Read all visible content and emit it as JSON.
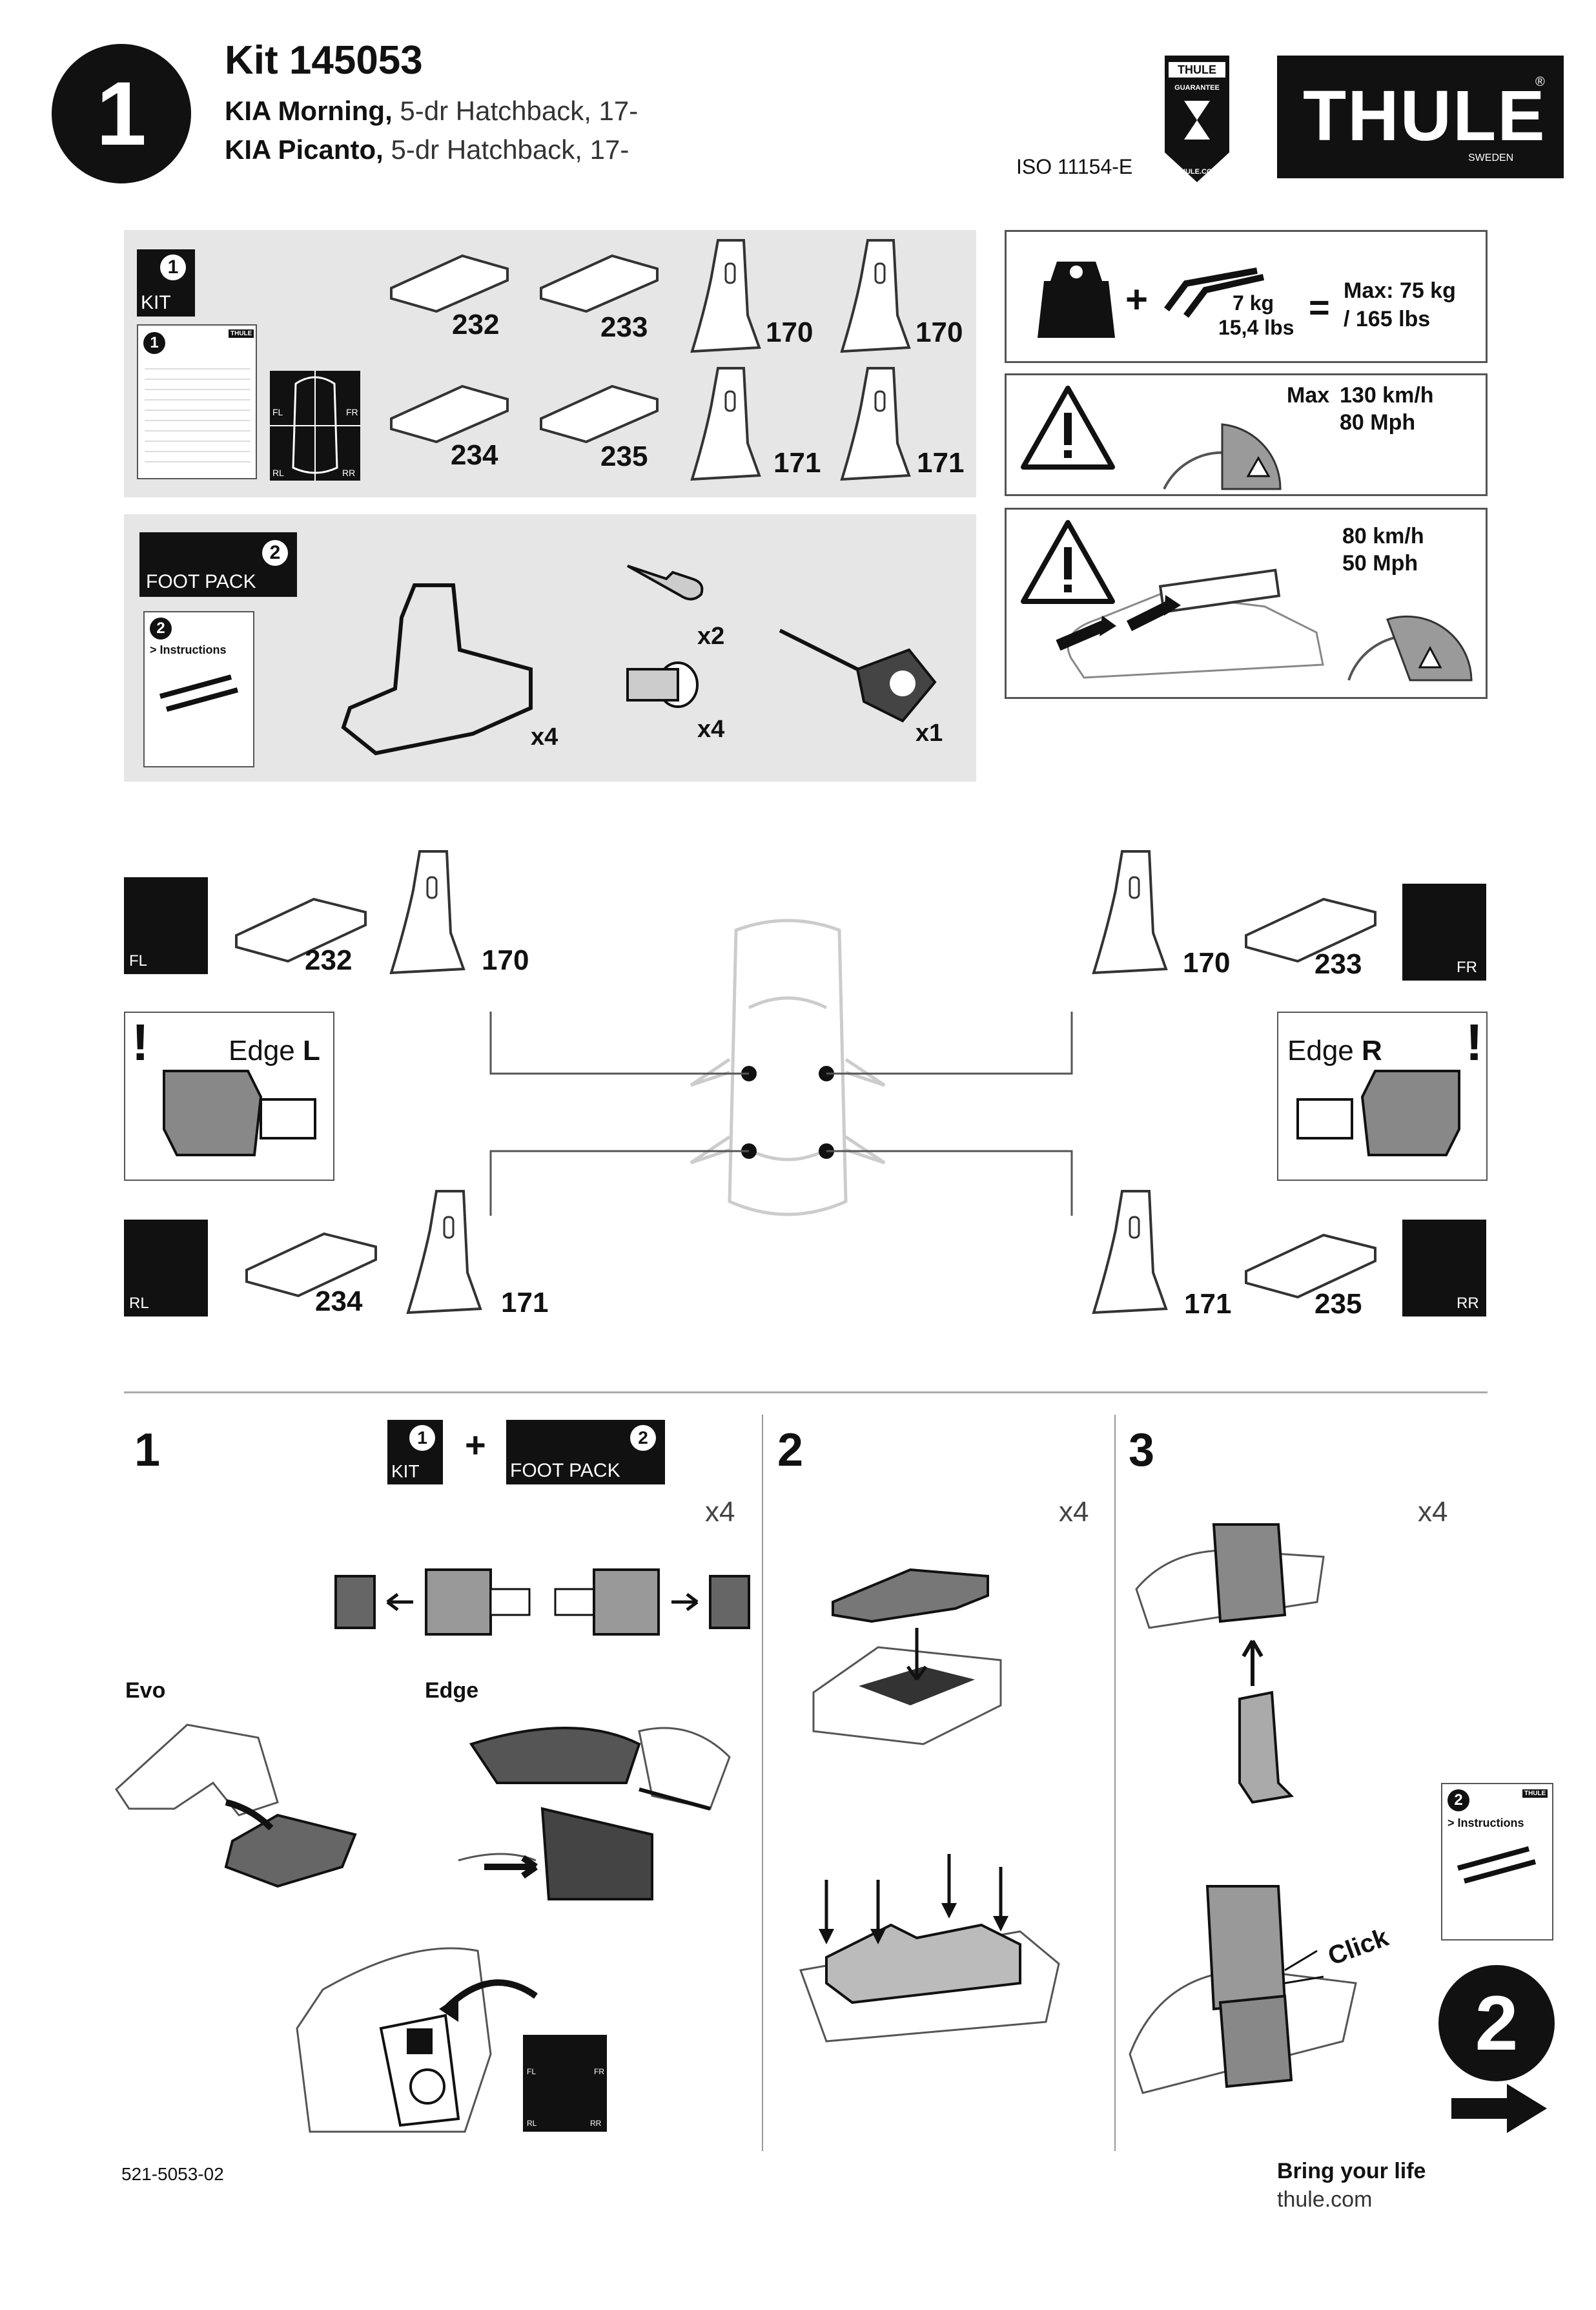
{
  "header": {
    "step_badge": "1",
    "kit_title": "Kit 145053",
    "vehicles": [
      {
        "model": "KIA Morning,",
        "body": " 5-dr Hatchback, 17-"
      },
      {
        "model": "KIA Picanto,",
        "body": " 5-dr Hatchback, 17-"
      }
    ],
    "iso": "ISO 11154-E",
    "guarantee": {
      "brand": "THULE",
      "label": "GUARANTEE",
      "site": "THULE.COM"
    },
    "logo": {
      "brand": "THULE",
      "sub": "SWEDEN",
      "reg": "®"
    }
  },
  "kit_panel": {
    "box_num": "1",
    "box_label": "KIT",
    "doc_brand": "THULE",
    "doc_num": "1",
    "pos_labels": [
      "FL",
      "FR",
      "RL",
      "RR"
    ],
    "pads": [
      "232",
      "233",
      "234",
      "235"
    ],
    "feet": [
      "170",
      "170",
      "171",
      "171"
    ]
  },
  "foot_panel": {
    "box_num": "2",
    "box_label": "FOOT PACK",
    "doc_num": "2",
    "doc_title": "> Instructions",
    "items": [
      {
        "name": "foot",
        "qty": "x4"
      },
      {
        "name": "key",
        "qty": "x2"
      },
      {
        "name": "lock",
        "qty": "x4"
      },
      {
        "name": "tool",
        "qty": "x1"
      }
    ]
  },
  "load": {
    "bar_weight": "7 kg",
    "bar_weight_lbs": "15,4 lbs",
    "eq": "=",
    "plus": "+",
    "max": "Max: 75 kg",
    "max_lbs": "/ 165 lbs"
  },
  "speed": {
    "prefix": "Max",
    "kmh": "130 km/h",
    "mph": "80 Mph"
  },
  "speed_load": {
    "kmh": "80 km/h",
    "mph": "50 Mph"
  },
  "positions": {
    "fl": {
      "pos": "FL",
      "pad": "232",
      "foot": "170"
    },
    "fr": {
      "pos": "FR",
      "pad": "233",
      "foot": "170"
    },
    "rl": {
      "pos": "RL",
      "pad": "234",
      "foot": "171"
    },
    "rr": {
      "pos": "RR",
      "pad": "235",
      "foot": "171"
    },
    "edge_l": {
      "word": "Edge",
      "side": "L"
    },
    "edge_r": {
      "word": "Edge",
      "side": "R"
    }
  },
  "steps": [
    {
      "num": "1",
      "qty": "x4",
      "kit": "KIT",
      "kit_num": "1",
      "foot": "FOOT PACK",
      "foot_num": "2",
      "plus": "+",
      "evo": "Evo",
      "edge": "Edge",
      "pos_labels": [
        "FL",
        "FR",
        "RL",
        "RR"
      ]
    },
    {
      "num": "2",
      "qty": "x4"
    },
    {
      "num": "3",
      "qty": "x4",
      "click": "Click",
      "doc_num": "2",
      "doc_title": "> Instructions",
      "doc_brand": "THULE"
    }
  ],
  "next_step": "2",
  "footer": {
    "code": "521-5053-02",
    "tagline": "Bring your life",
    "url": "thule.com"
  }
}
